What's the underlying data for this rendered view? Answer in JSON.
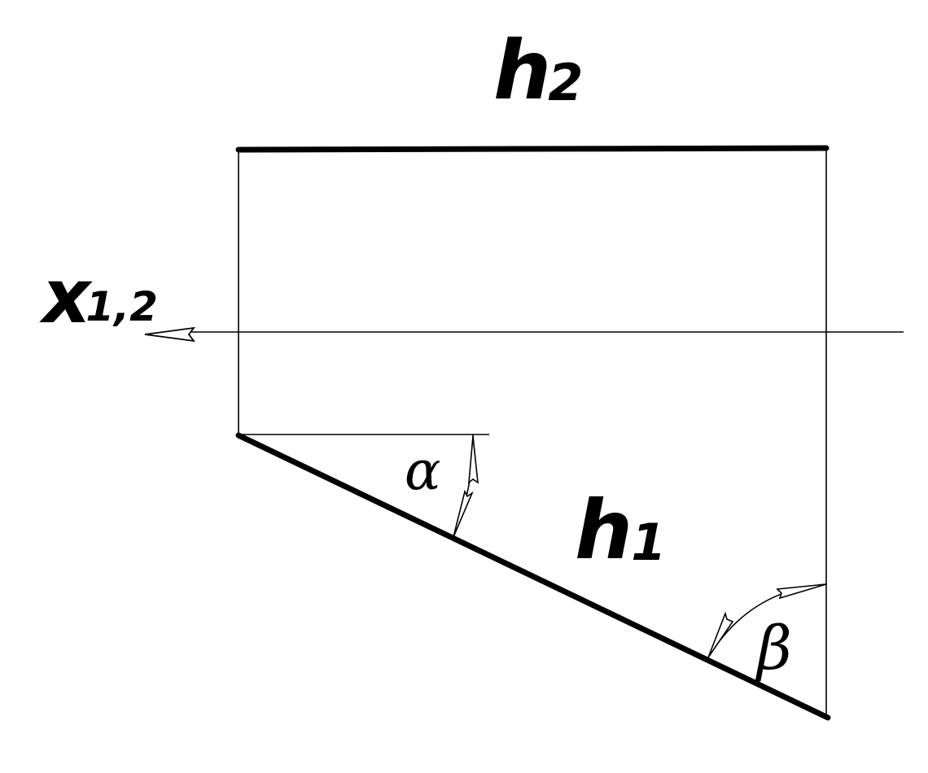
{
  "labels": {
    "h2_main": "h",
    "h2_sub": "2",
    "h1_main": "h",
    "h1_sub": "1",
    "axis_main": "x",
    "axis_sub": "1,2",
    "alpha": "α",
    "beta": "β"
  },
  "colors": {
    "ink": "#000000",
    "background": "#ffffff"
  }
}
